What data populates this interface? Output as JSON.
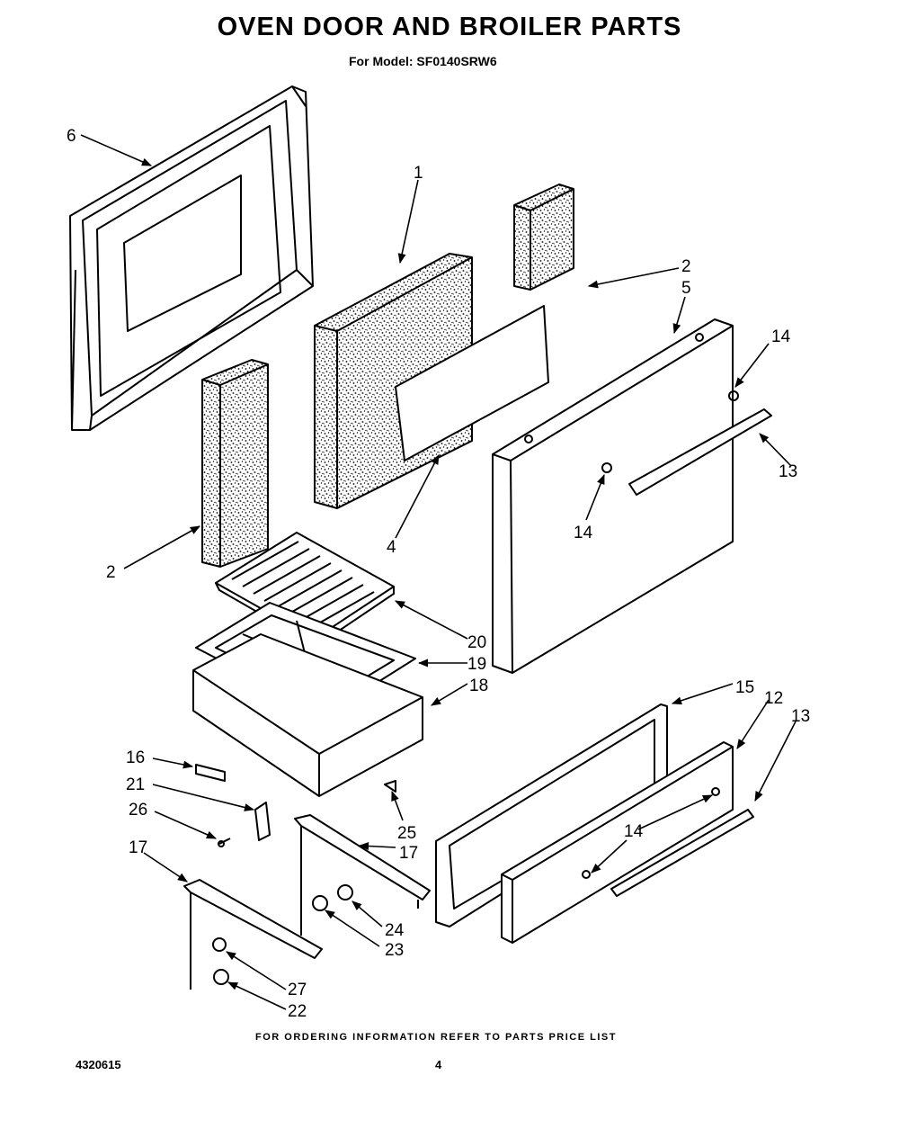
{
  "title": "OVEN DOOR AND BROILER PARTS",
  "subtitle": "For Model: SF0140SRW6",
  "footer_note": "FOR ORDERING INFORMATION REFER TO PARTS PRICE LIST",
  "document_number": "4320615",
  "page_number": "4",
  "callouts": [
    {
      "id": "c6",
      "text": "6"
    },
    {
      "id": "c1",
      "text": "1"
    },
    {
      "id": "c2a",
      "text": "2"
    },
    {
      "id": "c5",
      "text": "5"
    },
    {
      "id": "c14a",
      "text": "14"
    },
    {
      "id": "c13a",
      "text": "13"
    },
    {
      "id": "c14b",
      "text": "14"
    },
    {
      "id": "c4",
      "text": "4"
    },
    {
      "id": "c2b",
      "text": "2"
    },
    {
      "id": "c20",
      "text": "20"
    },
    {
      "id": "c19",
      "text": "19"
    },
    {
      "id": "c18",
      "text": "18"
    },
    {
      "id": "c15",
      "text": "15"
    },
    {
      "id": "c12",
      "text": "12"
    },
    {
      "id": "c13b",
      "text": "13"
    },
    {
      "id": "c16",
      "text": "16"
    },
    {
      "id": "c21",
      "text": "21"
    },
    {
      "id": "c26",
      "text": "26"
    },
    {
      "id": "c25",
      "text": "25"
    },
    {
      "id": "c17a",
      "text": "17"
    },
    {
      "id": "c14c",
      "text": "14"
    },
    {
      "id": "c17b",
      "text": "17"
    },
    {
      "id": "c24",
      "text": "24"
    },
    {
      "id": "c23",
      "text": "23"
    },
    {
      "id": "c27",
      "text": "27"
    },
    {
      "id": "c22",
      "text": "22"
    }
  ]
}
